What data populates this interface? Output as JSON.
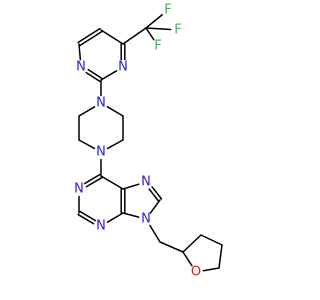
{
  "molecule": {
    "colors": {
      "bond": "#000000",
      "nitrogen": "#2323d8",
      "oxygen": "#e6191c",
      "fluorine": "#36b85a",
      "carbon": "#000000"
    },
    "atoms": [
      {
        "id": "F1",
        "label": "F",
        "element": "fluorine"
      },
      {
        "id": "F2",
        "label": "F",
        "element": "fluorine"
      },
      {
        "id": "F3",
        "label": "F",
        "element": "fluorine"
      },
      {
        "id": "Npm_a",
        "label": "N",
        "element": "nitrogen"
      },
      {
        "id": "Npm_b",
        "label": "N",
        "element": "nitrogen"
      },
      {
        "id": "Npip_top",
        "label": "N",
        "element": "nitrogen"
      },
      {
        "id": "Npip_bot",
        "label": "N",
        "element": "nitrogen"
      },
      {
        "id": "N7",
        "label": "N",
        "element": "nitrogen"
      },
      {
        "id": "N1",
        "label": "N",
        "element": "nitrogen"
      },
      {
        "id": "N3",
        "label": "N",
        "element": "nitrogen"
      },
      {
        "id": "N9",
        "label": "N",
        "element": "nitrogen"
      },
      {
        "id": "O1",
        "label": "O",
        "element": "oxygen"
      }
    ]
  }
}
